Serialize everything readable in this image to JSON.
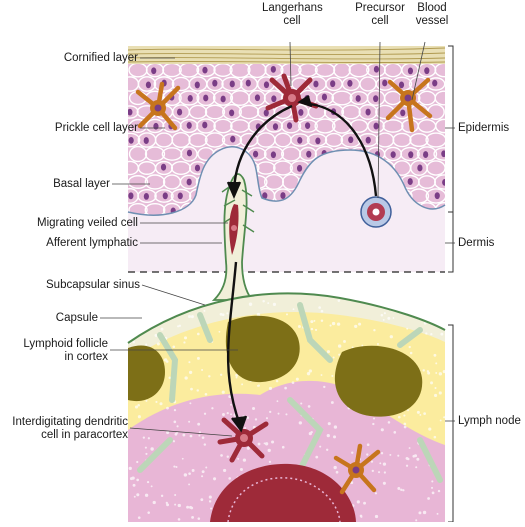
{
  "labels": {
    "top": {
      "langerhans": [
        "Langerhans",
        "cell"
      ],
      "precursor": [
        "Precursor",
        "cell"
      ],
      "blood_vessel": [
        "Blood",
        "vessel"
      ]
    },
    "left": {
      "cornified": "Cornified layer",
      "prickle": "Prickle cell layer",
      "basal": "Basal layer",
      "migrating": "Migrating veiled cell",
      "afferent": "Afferent lymphatic",
      "subcapsular": "Subcapsular sinus",
      "capsule": "Capsule",
      "follicle": [
        "Lymphoid follicle",
        "in cortex"
      ],
      "interdigitating": [
        "Interdigitating dendritic",
        "cell in paracortex"
      ]
    },
    "right": {
      "epidermis": "Epidermis",
      "dermis": "Dermis",
      "lymph_node": "Lymph node"
    }
  },
  "colors": {
    "cornified": "#e9dfb4",
    "epidermis_fill": "#e6bcd8",
    "cell_outline": "#ffffff",
    "nucleus": "#7a3d86",
    "dermis": "#f6ecf5",
    "lymph_capsule_sinus": "#f1efd9",
    "cortex": "#fbec9e",
    "follicle": "#7d6f17",
    "paracortex": "#e8b6d6",
    "trabeculae": "#bcd6b8",
    "dendritic_cell": "#9e2a39",
    "dendritic_orange": "#c7751d",
    "arrow": "#111111"
  }
}
